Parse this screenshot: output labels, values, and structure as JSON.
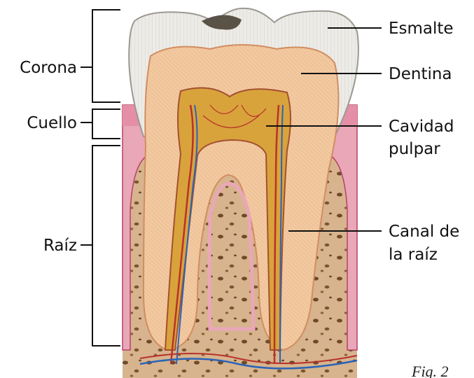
{
  "labels": {
    "left": {
      "corona": "Corona",
      "cuello": "Cuello",
      "raiz": "Raíz"
    },
    "right": {
      "esmalte": "Esmalte",
      "dentina": "Dentina",
      "cavidad_line1": "Cavidad",
      "cavidad_line2": "pulpar",
      "canal_line1": "Canal de",
      "canal_line2": "la raíz"
    },
    "figure": "Fig. 2"
  },
  "colors": {
    "enamel": "#ecebe7",
    "dentin": "#f2c9a0",
    "pulp": "#d9a33c",
    "gum": "#e9a7b8",
    "bone": "#d7b48d",
    "vessel_red": "#b8322a",
    "vessel_blue": "#2a63b8",
    "leader": "#111111"
  }
}
